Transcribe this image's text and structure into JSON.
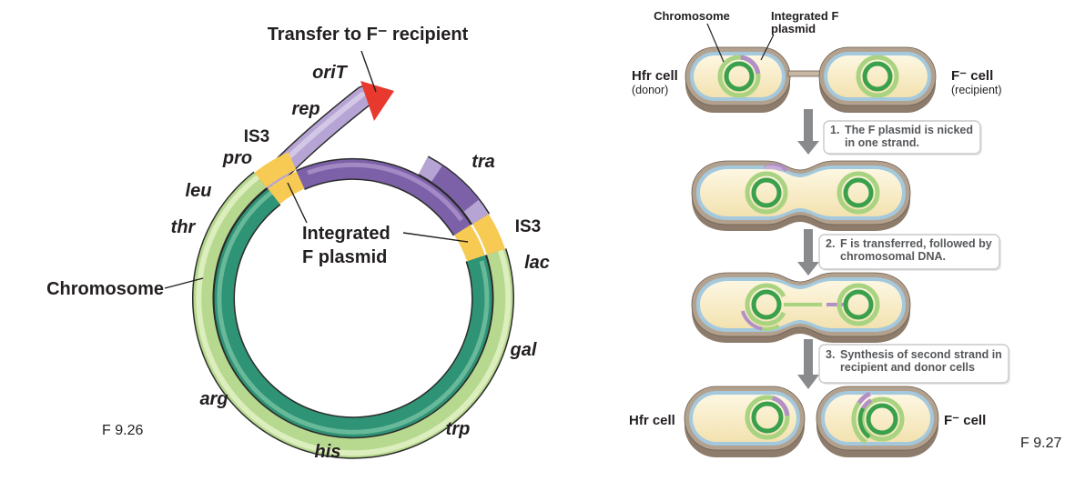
{
  "figure_left": {
    "caption": "F 9.26",
    "title": "Transfer to F⁻ recipient",
    "labels": {
      "oriT": "oriT",
      "rep": "rep",
      "is3_left": "IS3",
      "pro": "pro",
      "leu": "leu",
      "thr": "thr",
      "chromosome": "Chromosome",
      "arg": "arg",
      "his": "his",
      "trp": "trp",
      "gal": "gal",
      "lac": "lac",
      "is3_right": "IS3",
      "tra": "tra",
      "integrated_line1": "Integrated",
      "integrated_line2": "F plasmid"
    },
    "colors": {
      "chromosome_outer_strand": "#b7d98f",
      "chromosome_inner_strand": "#2f9375",
      "f_plasmid_dark": "#7c61a8",
      "f_plasmid_light": "#b6a4d4",
      "is3_segment": "#f6ca53",
      "transfer_arrow": "#e8392f"
    }
  },
  "figure_right": {
    "caption": "F 9.27",
    "pointer_labels": {
      "chromosome": "Chromosome",
      "integrated_line1": "Integrated F",
      "integrated_line2": "plasmid"
    },
    "cells": {
      "hfr_top_name": "Hfr cell",
      "hfr_top_role": "(donor)",
      "f_top_name": "F⁻ cell",
      "f_top_role": "(recipient)",
      "hfr_bottom_name": "Hfr cell",
      "f_bottom_name": "F⁻ cell"
    },
    "steps": [
      {
        "num": "1.",
        "line1": "The F plasmid is nicked",
        "line2": "in one strand."
      },
      {
        "num": "2.",
        "line1": "F is transferred, followed by",
        "line2": "chromosomal DNA."
      },
      {
        "num": "3.",
        "line1": "Synthesis of second strand in",
        "line2": "recipient and donor cells"
      }
    ],
    "colors": {
      "cell_wall": "#b2a18f",
      "membrane_blue": "#a4c8dc",
      "cytoplasm": "#faf0cd",
      "chromosome_ring_outer": "#a9d381",
      "chromosome_ring_inner": "#3aa04b",
      "f_plasmid": "#b28fc6",
      "step_arrow": "#898a8c"
    }
  }
}
